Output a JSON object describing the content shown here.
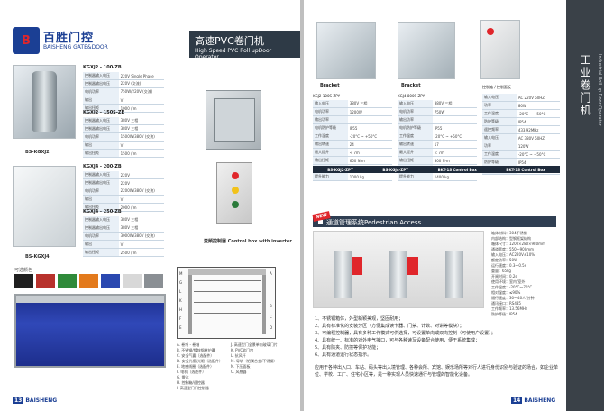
{
  "brand": {
    "cn": "百胜门控",
    "en": "BAISHENG GATE&DOOR",
    "mark": "B"
  },
  "left_page": {
    "title_cn": "高速PVC卷门机",
    "title_en": "High Speed PVC Roll upDoor Operator",
    "products": [
      {
        "model": "KGXJ2 - 100-ZB",
        "caption": "BS-KGXJ2",
        "specs": [
          [
            "控制器输入电压",
            "220V Single Phase"
          ],
          [
            "控制器输出电压",
            "220V (交流)"
          ],
          [
            "电机功率",
            "750W/220V (交流)"
          ],
          [
            "输出",
            "V"
          ],
          [
            "输出扭矩",
            "1000 / m"
          ]
        ]
      },
      {
        "model": "KGXJ2 - 150S-ZB",
        "caption": "",
        "specs": [
          [
            "控制器输入电压",
            "380V 三相"
          ],
          [
            "控制器输出电压",
            "380V 三相"
          ],
          [
            "电机功率",
            "1500W/380V (交流)"
          ],
          [
            "输出",
            "V"
          ],
          [
            "输出扭矩",
            "1500 / m"
          ]
        ]
      },
      {
        "model": "KGXJ4 - 200-ZB",
        "caption": "",
        "specs": [
          [
            "控制器输入电压",
            "220V"
          ],
          [
            "控制器输出电压",
            "220V"
          ],
          [
            "电机功率",
            "2200W/380V (交流)"
          ],
          [
            "输出",
            "V"
          ],
          [
            "输出扭矩",
            "2000 / m"
          ]
        ]
      },
      {
        "model": "KGXJ4 - 250-ZB",
        "caption": "BS-KGXJ4",
        "specs": [
          [
            "控制器输入电压",
            "380V 三相"
          ],
          [
            "控制器输出电压",
            "380V 三相"
          ],
          [
            "电机功率",
            "3000W/380V (交流)"
          ],
          [
            "输出",
            "V"
          ],
          [
            "输出扭矩",
            "2500 / m"
          ]
        ]
      }
    ],
    "control_caption": "变频控制器 Control box with inverter",
    "color_label": "可选颜色",
    "colors": [
      "#1f1f1f",
      "#b8322c",
      "#2f8a3a",
      "#e37a1c",
      "#2a48b0",
      "#d8d8d8",
      "#8a8f94"
    ],
    "diagram_letters_left": [
      "M",
      "G",
      "L",
      "K",
      "H",
      "F",
      "E"
    ],
    "diagram_letters_right": [
      "A",
      "I",
      "J",
      "B",
      "C",
      "D"
    ],
    "legend": [
      "A. 卷帘 - 卷轴",
      "B. 不锈钢/镀锌钢材护罩",
      "C. 安全气囊（选配件）",
      "D. 安全光栅/光眼（选配件）",
      "E. 地感线圈（选配件）",
      "F. 电机（选配件）",
      "G. 雷达",
      "H. 控制箱/遥控器",
      "I. 高速型门门控制器"
    ],
    "legend2": [
      "J. 高速型门全景单向玻璃门片",
      "K. PVC软门帘",
      "L. 抗风杆",
      "M. 导轨（铝镁合金/不锈钢）",
      "N. 下压面板",
      "O. 风感器"
    ],
    "page_number": "13",
    "page_brand": "BAISHENG"
  },
  "right_page": {
    "side_title": "工业卷门机",
    "side_sub": "Industrial Roll up Door Operator",
    "captions": [
      "Bracket",
      "Bracket",
      "控制箱 / 控制面板"
    ],
    "spec_a": {
      "model": "KGJ2-100S-ZPY",
      "rows": [
        [
          "输入电压",
          "380V 三相"
        ],
        [
          "电机功率",
          "1200W"
        ],
        [
          "输出功率",
          ""
        ],
        [
          "电机防护等级",
          "IP55"
        ],
        [
          "工作温度",
          "-20°C ~ +50°C"
        ],
        [
          "输出转速",
          "24"
        ],
        [
          "最大提升",
          "< 7m"
        ],
        [
          "输出扭矩",
          "650 N·m"
        ],
        [
          "最大起重量",
          "≤ 1.5 mm"
        ],
        [
          "提升能力",
          "1000 kg"
        ]
      ]
    },
    "spec_b": {
      "model": "KGJ4-800S-ZPY",
      "rows": [
        [
          "输入电压",
          "380V 三相"
        ],
        [
          "电机功率",
          "750W"
        ],
        [
          "输出功率",
          ""
        ],
        [
          "电机防护等级",
          "IP55"
        ],
        [
          "工作温度",
          "-20°C ~ +50°C"
        ],
        [
          "输出转速",
          "17"
        ],
        [
          "最大提升",
          "< 7m"
        ],
        [
          "输出扭矩",
          "800 N·m"
        ],
        [
          "最大起重量",
          "≤ 1.5 mm"
        ],
        [
          "提升能力",
          "1400 kg"
        ]
      ]
    },
    "spec_c": {
      "rows": [
        [
          "输入电压",
          "AC 220V 50HZ"
        ],
        [
          "功率",
          "80W"
        ],
        [
          "工作温度",
          "-20°C ~ +50°C"
        ],
        [
          "防护等级",
          "IP54"
        ],
        [
          "遥控频率",
          "433.92MHz"
        ],
        [
          "输入电压",
          "AC 380V 50HZ"
        ],
        [
          "功率",
          "120W"
        ],
        [
          "工作温度",
          "-20°C ~ +50°C"
        ],
        [
          "防护等级",
          "IP54"
        ],
        [
          "遥控频率",
          "433.92MHz"
        ]
      ]
    },
    "bar_labels": [
      "BS-KGJ2-ZPY",
      "BS-KGJ4-ZPY",
      "BKT-1S Control Box",
      "BKT-1S Control Box"
    ],
    "new_badge": "NEW",
    "section_title": "通道管理系统Pedestrian Access",
    "gate_specs": [
      "箱体材料：304不锈钢",
      "内部结构：型钢框架结构",
      "箱体尺寸：1200×280×980mm",
      "通道宽度：550～900mm",
      "输入电压：AC220V±10%",
      "额定功率：50W",
      "运行速度：0.3～0.5s",
      "重量：65kg",
      "开闸时间：0.2s",
      "使用环境：室内/室外",
      "工作温度：-20°C～70°C",
      "相对湿度：≤90%",
      "通行速度：30～40人/分钟",
      "通讯接口：RS485",
      "工作频率：13.56MHz",
      "防护等级：IP54"
    ],
    "bullets": [
      "1、不锈钢箱体，外型新颖美观，坚固耐用；",
      "2、具有标准化的安装分区（方便集成读卡器、门禁、计数、对讲等模块）；",
      "3、可编程控制器，具有多种工作模式可供选择，可设置单向或双向控制（可使用户设置）；",
      "4、具有统一、标准的对外电气接口，可与各种读写设备配合使用，便于系统集成；",
      "5、具有防夹、防撞等保护功能；",
      "6、具有通道运行状态指示。"
    ],
    "paragraph": "应用于各种出入口、车站、码头等出入境管理、各种会所、宾馆、娱乐场所等对行人进行身份识别与验证的场合，如企业单位、学校、工厂、住宅小区等，是一种实现人员快速通行与管理的智能化设备。",
    "page_number": "14",
    "page_brand": "BAISHENG"
  }
}
